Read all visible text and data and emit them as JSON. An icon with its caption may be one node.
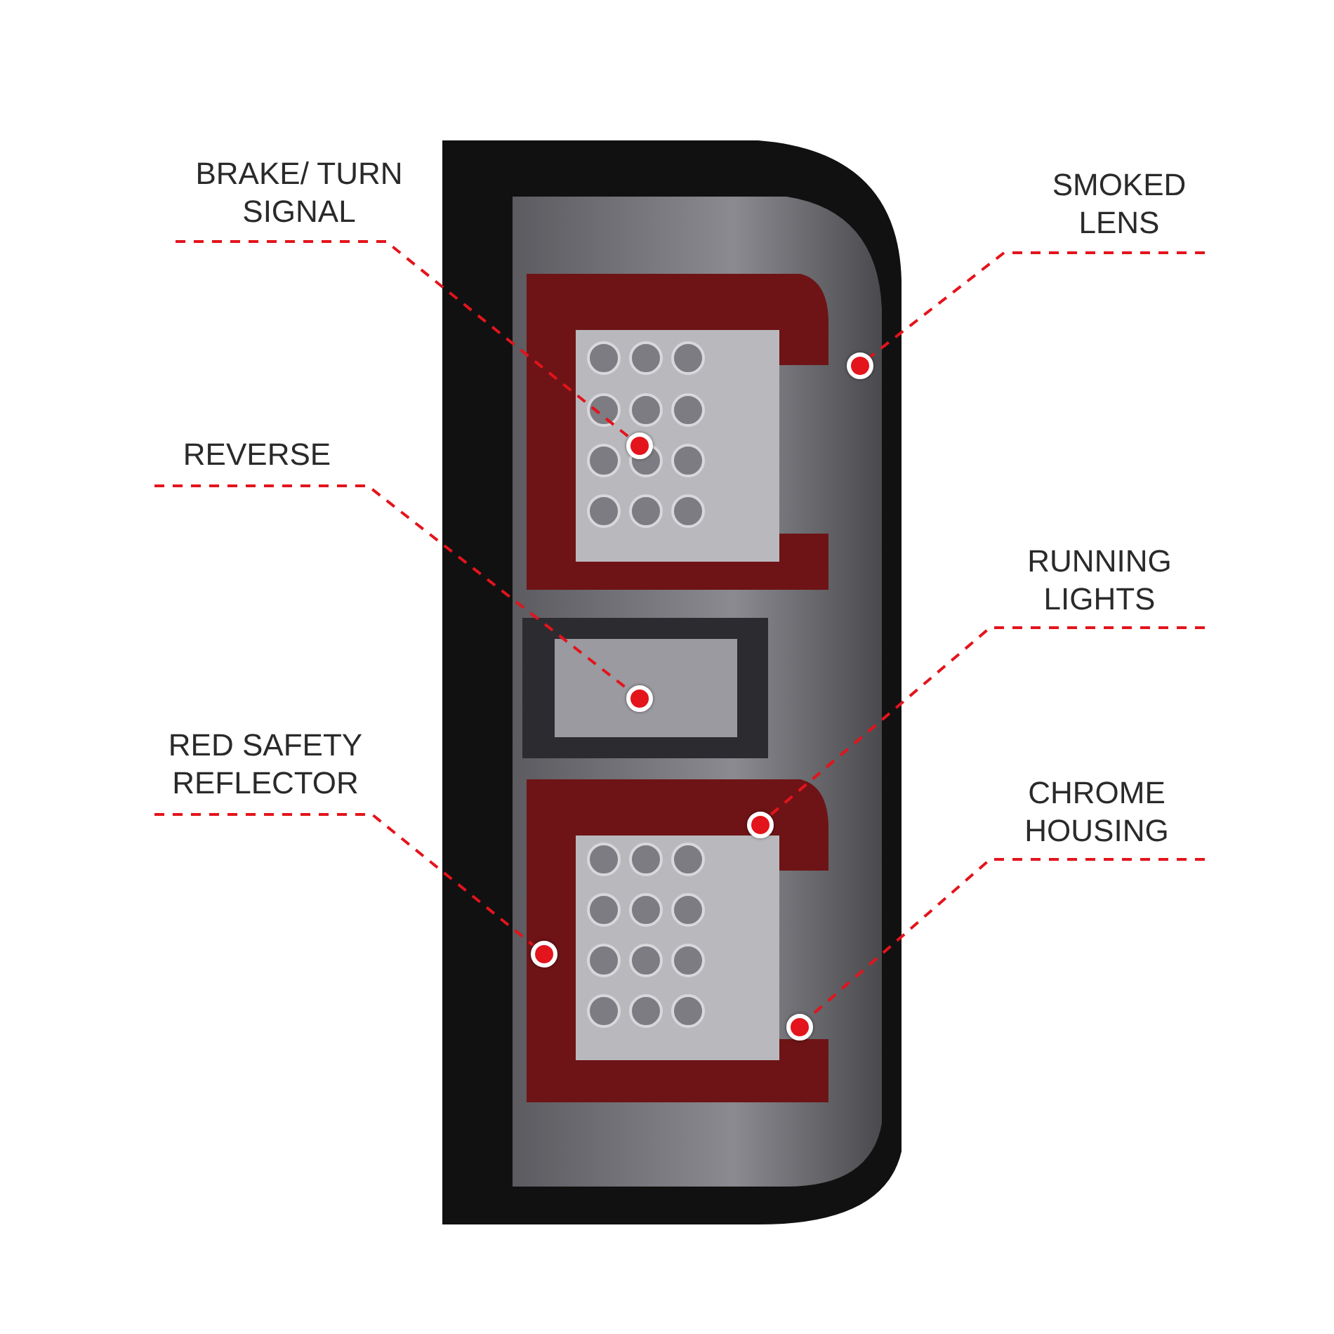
{
  "diagram": {
    "nodes": [
      {
        "text": [
          "BRAKE/ TURN SIGNAL"
        ]
      },
      {
        "text": [],
        "shape": "circle"
      },
      {
        "text": [
          "SMOKED LENS"
        ]
      },
      {
        "text": [],
        "shape": "circle"
      },
      {
        "text": [
          "REVERSE"
        ]
      },
      {
        "text": [],
        "shape": "circle"
      },
      {
        "text": [
          "RUNNING LIGHTS"
        ]
      },
      {
        "text": [],
        "shape": "circle"
      },
      {
        "text": [
          "RED SAFETY REFLECTOR"
        ]
      },
      {
        "text": [],
        "shape": "circle"
      },
      {
        "text": [
          "CHROME HOUSING"
        ]
      },
      {
        "text": [],
        "shape": "circle"
      }
    ],
    "edges": [
      {
        "from": 0,
        "to": 1,
        "arrow": "none",
        "style": "dashed"
      },
      {
        "from": 2,
        "to": 3,
        "arrow": "none",
        "style": "dashed"
      },
      {
        "from": 4,
        "to": 5,
        "arrow": "none",
        "style": "dashed"
      },
      {
        "from": 6,
        "to": 7,
        "arrow": "none",
        "style": "dashed"
      },
      {
        "from": 8,
        "to": 9,
        "arrow": "none",
        "style": "dashed"
      },
      {
        "from": 10,
        "to": 11,
        "arrow": "none",
        "style": "dashed"
      }
    ]
  }
}
